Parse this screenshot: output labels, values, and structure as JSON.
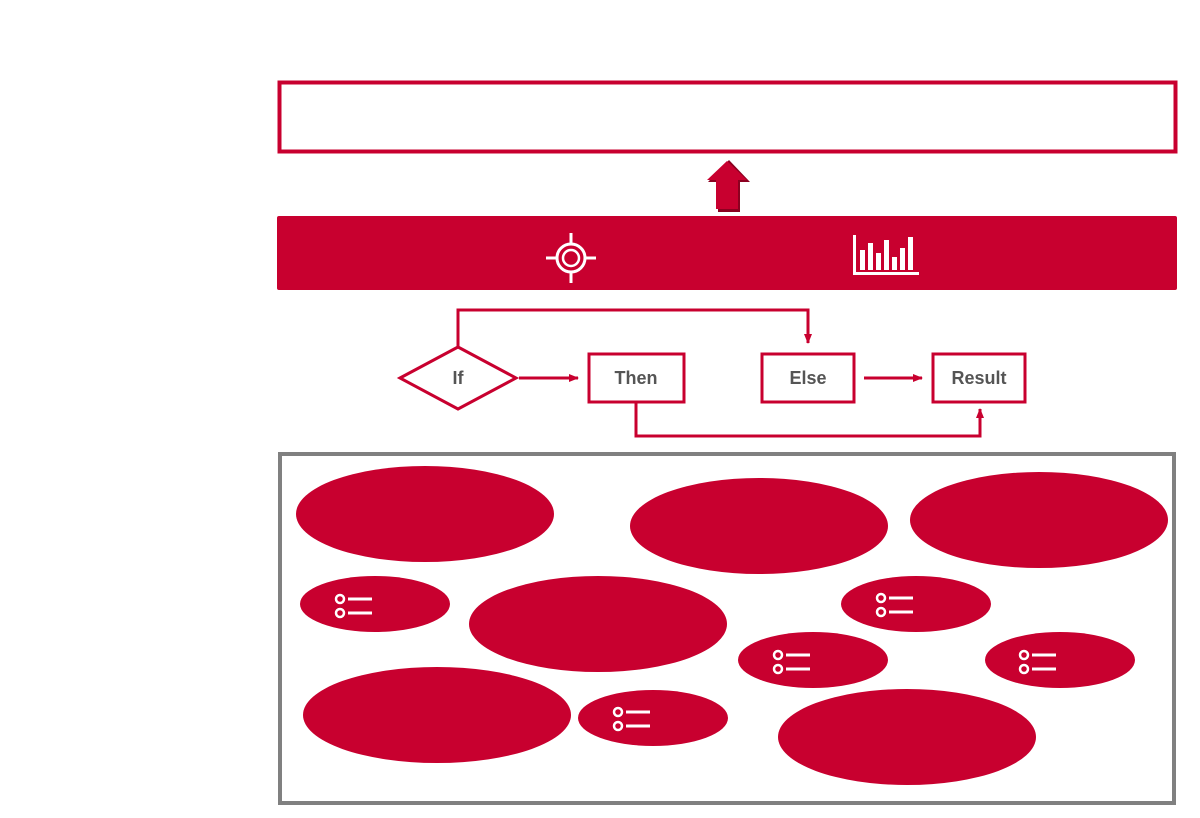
{
  "colors": {
    "accent": "#c8002f",
    "frame": "#808080",
    "label_text": "#555555",
    "white": "#ffffff",
    "arrow_shadow": "#8c0020"
  },
  "icons": {
    "toolbar": [
      "target-icon",
      "bar-chart-icon"
    ],
    "list": "list-bullets-icon"
  },
  "flow": {
    "if_label": "If",
    "then_label": "Then",
    "else_label": "Else",
    "result_label": "Result"
  },
  "top_box": {
    "text": ""
  }
}
